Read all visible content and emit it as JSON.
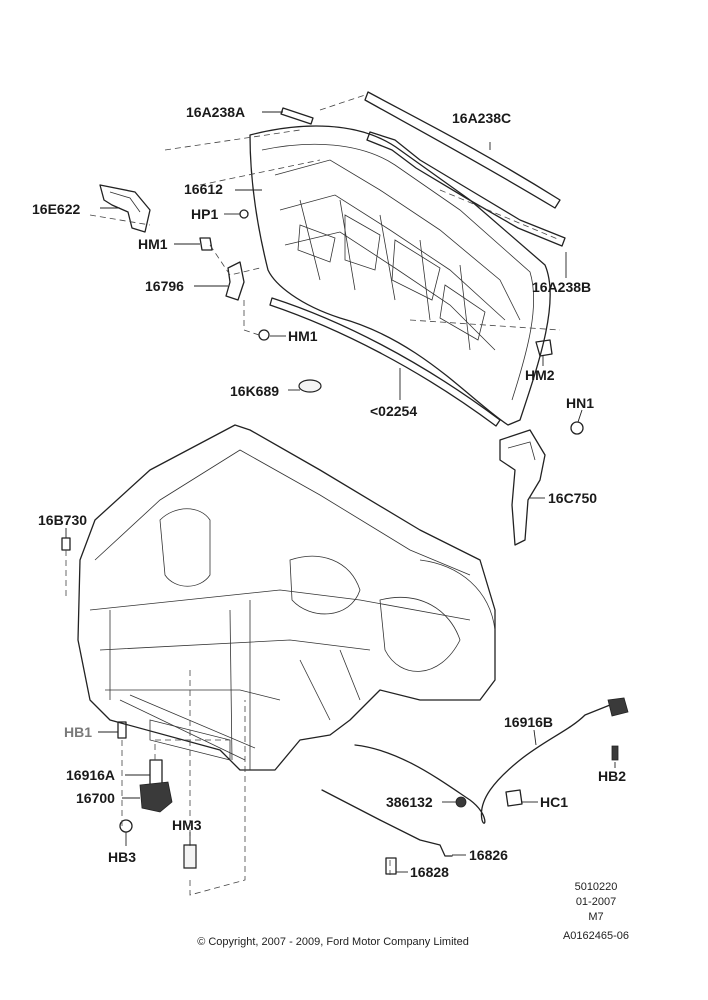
{
  "callouts": {
    "16A238A": "16A238A",
    "16A238C": "16A238C",
    "16612": "16612",
    "16E622": "16E622",
    "HP1": "HP1",
    "HM1_top": "HM1",
    "16796": "16796",
    "HM1_bottom": "HM1",
    "16A238B": "16A238B",
    "HM2": "HM2",
    "16K689": "16K689",
    "02254": "<02254",
    "HN1": "HN1",
    "16C750": "16C750",
    "16B730": "16B730",
    "HB1": "HB1",
    "16916A": "16916A",
    "16700": "16700",
    "HB3": "HB3",
    "HM3": "HM3",
    "16916B": "16916B",
    "HB2": "HB2",
    "386132": "386132",
    "HC1": "HC1",
    "16826": "16826",
    "16828": "16828"
  },
  "meta": {
    "line1": "5010220",
    "line2": "01-2007",
    "line3": "M7",
    "line4": "A0162465-06"
  },
  "copyright": "© Copyright, 2007 - 2009, Ford Motor Company Limited"
}
